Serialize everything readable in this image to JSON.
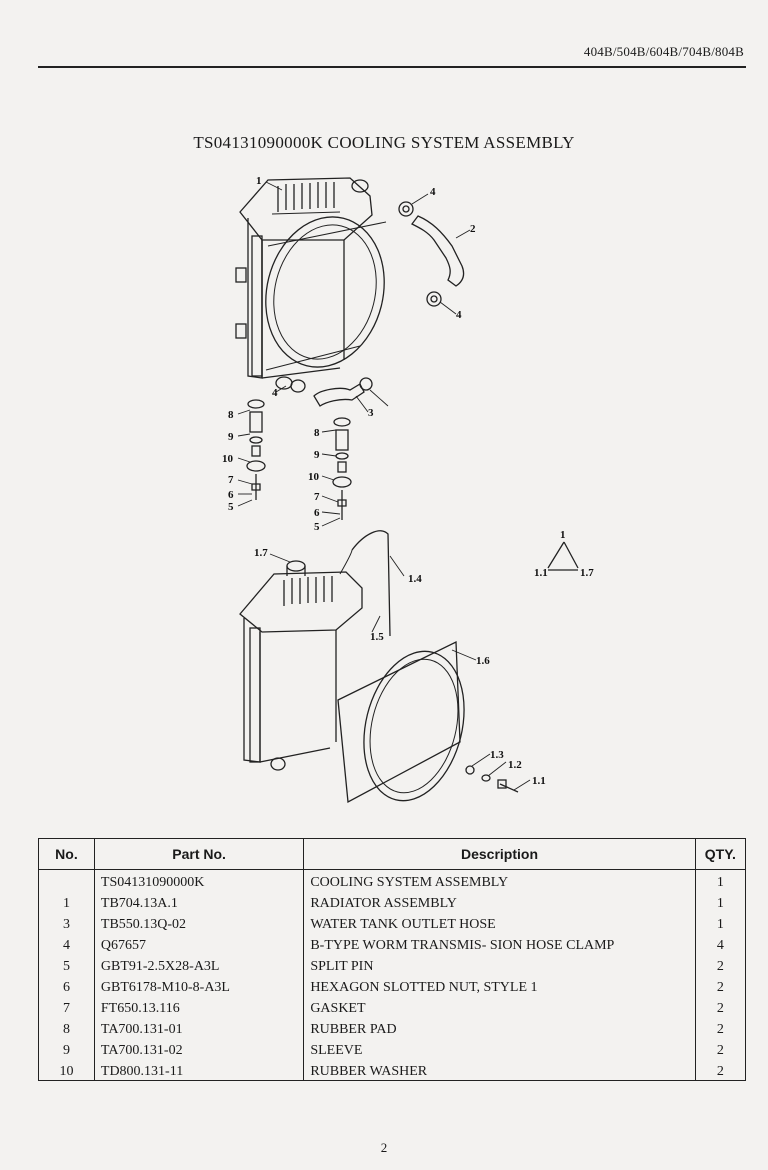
{
  "header": {
    "model_codes": "404B/504B/604B/704B/804B"
  },
  "title": "TS04131090000K COOLING SYSTEM ASSEMBLY",
  "diagram": {
    "callouts": [
      "1",
      "2",
      "3",
      "4",
      "4",
      "4",
      "5",
      "5",
      "6",
      "6",
      "7",
      "7",
      "8",
      "8",
      "9",
      "9",
      "10",
      "10",
      "1.7",
      "1.4",
      "1.5",
      "1.6",
      "1.3",
      "1.2",
      "1.1"
    ],
    "key_top": "1",
    "key_left": "1.1",
    "key_right": "1.7"
  },
  "table": {
    "headers": {
      "no": "No.",
      "part": "Part No.",
      "desc": "Description",
      "qty": "QTY."
    },
    "rows": [
      {
        "no": "",
        "part": "TS04131090000K",
        "desc": "COOLING SYSTEM ASSEMBLY",
        "qty": "1"
      },
      {
        "no": "1",
        "part": "TB704.13A.1",
        "desc": "RADIATOR ASSEMBLY",
        "qty": "1"
      },
      {
        "no": "3",
        "part": "TB550.13Q-02",
        "desc": "WATER TANK OUTLET HOSE",
        "qty": "1"
      },
      {
        "no": "4",
        "part": "Q67657",
        "desc": "B-TYPE WORM TRANSMIS- SION HOSE CLAMP",
        "qty": "4"
      },
      {
        "no": "5",
        "part": "GBT91-2.5X28-A3L",
        "desc": "SPLIT PIN",
        "qty": "2"
      },
      {
        "no": "6",
        "part": "GBT6178-M10-8-A3L",
        "desc": "HEXAGON SLOTTED NUT, STYLE 1",
        "qty": "2"
      },
      {
        "no": "7",
        "part": "FT650.13.116",
        "desc": "GASKET",
        "qty": "2"
      },
      {
        "no": "8",
        "part": "TA700.131-01",
        "desc": "RUBBER PAD",
        "qty": "2"
      },
      {
        "no": "9",
        "part": "TA700.131-02",
        "desc": "SLEEVE",
        "qty": "2"
      },
      {
        "no": "10",
        "part": "TD800.131-11",
        "desc": "RUBBER WASHER",
        "qty": "2"
      }
    ]
  },
  "page_number": "2"
}
